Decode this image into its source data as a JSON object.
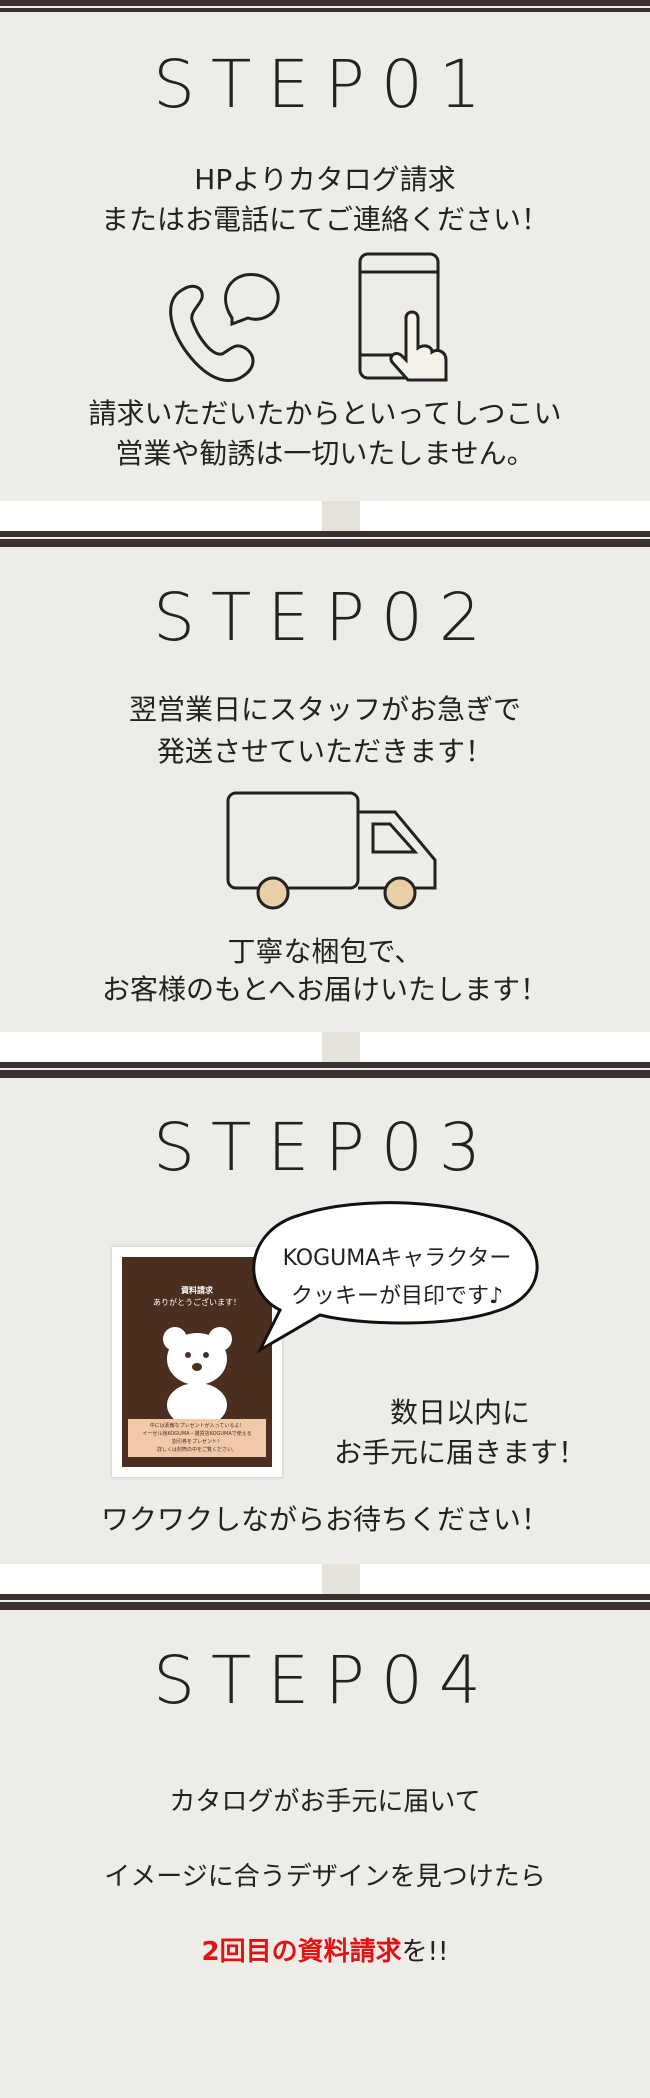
{
  "steps": [
    {
      "title": "STEP01",
      "lead": [
        "HPよりカタログ請求",
        "またはお電話にてご連絡ください！"
      ],
      "note": [
        "請求いただいたからといってしつこい",
        "営業や勧誘は一切いたしません。"
      ]
    },
    {
      "title": "STEP02",
      "lead": [
        "翌営業日にスタッフがお急ぎで",
        "発送させていただきます！"
      ],
      "note": [
        "丁寧な梱包で、",
        "お客様のもとへお届けいたします！"
      ]
    },
    {
      "title": "STEP03",
      "bubble": [
        "KOGUMAキャラクター",
        "クッキーが目印です♪"
      ],
      "side": [
        "数日以内に",
        "お手元に届きます！"
      ],
      "note": "ワクワクしながらお待ちください！",
      "catalog": {
        "title": "資料請求",
        "subtitle": "ありがとうございます！",
        "footer": [
          "中には素敵なプレゼントが入っているよ！",
          "イーゼル館KOGUMA・雑貨店KOGUMAで使える",
          "割引券をプレゼント！",
          "詳しくは封筒の中をご覧ください。"
        ]
      }
    },
    {
      "title": "STEP04",
      "lines": [
        "カタログがお手元に届いて",
        "イメージに合うデザインを見つけたら"
      ],
      "cta_red": "2回目の資料請求",
      "cta_rest": "を!!"
    }
  ],
  "colors": {
    "accent": "#e01414",
    "frame": "#3a302d"
  }
}
